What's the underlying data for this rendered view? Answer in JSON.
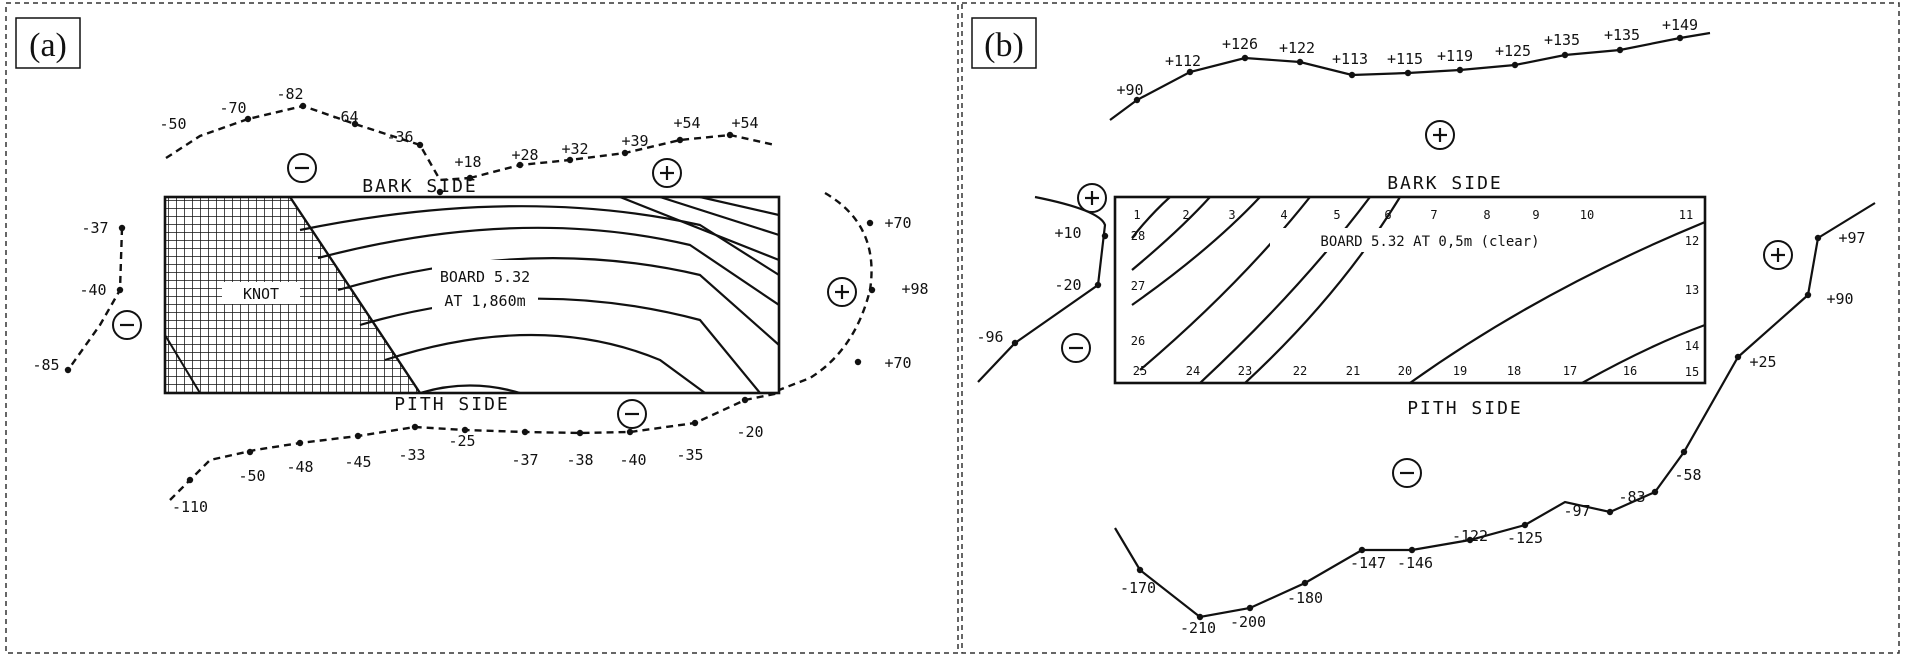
{
  "panel_a": {
    "tag": "(a)",
    "bark_side": "BARK SIDE",
    "pith_side": "PITH SIDE",
    "knot": "KNOT",
    "board_line1": "BOARD 5.32",
    "board_line2": "AT 1,860m",
    "labels": {
      "top_left": [
        "-50",
        "-70",
        "-82",
        "-64",
        "-36"
      ],
      "top_right": [
        "+18",
        "+28",
        "+32",
        "+39",
        "+54",
        "+54"
      ],
      "left": [
        "-37",
        "-40",
        "-85"
      ],
      "right": [
        "+70",
        "+98",
        "+70"
      ],
      "bottom": [
        "-110",
        "-50",
        "-48",
        "-45",
        "-33",
        "-25",
        "-37",
        "-38",
        "-40",
        "-35",
        "-20"
      ]
    }
  },
  "panel_b": {
    "tag": "(b)",
    "bark_side": "BARK SIDE",
    "pith_side": "PITH SIDE",
    "board": "BOARD 5.32 AT 0,5m (clear)",
    "labels": {
      "top": [
        "+90",
        "+112",
        "+126",
        "+122",
        "+113",
        "+115",
        "+119",
        "+125",
        "+135",
        "+135",
        "+149"
      ],
      "left": [
        "+10",
        "-20",
        "-96"
      ],
      "right": [
        "+97",
        "+90",
        "+25"
      ],
      "bottom": [
        "-170",
        "-210",
        "-200",
        "-180",
        "-147",
        "-146",
        "-122",
        "-125",
        "-97",
        "-83",
        "-58"
      ]
    },
    "ring_top": [
      "1",
      "2",
      "3",
      "4",
      "5",
      "6",
      "7",
      "8",
      "9",
      "10",
      "11"
    ],
    "ring_right": [
      "12",
      "13",
      "14",
      "15"
    ],
    "ring_bottom": [
      "25",
      "24",
      "23",
      "22",
      "21",
      "20",
      "19",
      "18",
      "17",
      "16"
    ],
    "ring_left": [
      "28",
      "27",
      "26"
    ]
  }
}
